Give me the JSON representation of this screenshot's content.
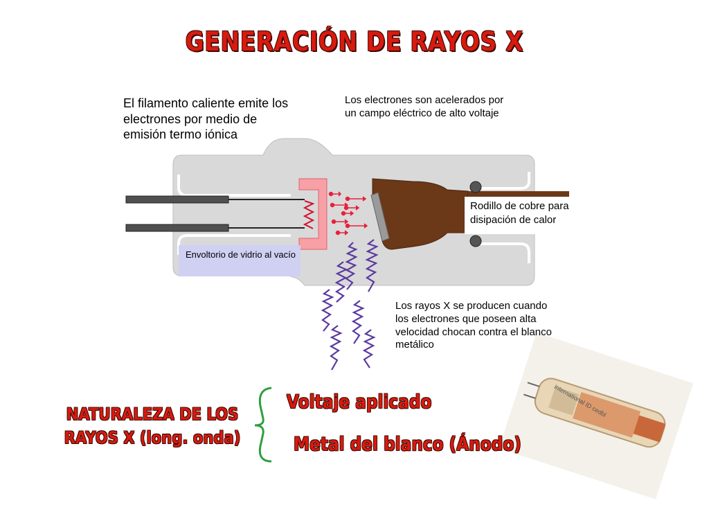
{
  "title": "GENERACIÓN DE RAYOS X",
  "notes": {
    "filamento": "El filamento caliente emite los electrones por medio de emisión termo iónica",
    "acelerados": "Los electrones son acelerados por un campo eléctrico de alto voltaje",
    "rodillo": "Rodillo de cobre para disipación de calor",
    "envoltorio": "Envoltorio de vidrio al vacío",
    "rayos": "Los rayos X se producen cuando los electrones que poseen alta velocidad chocan contra el blanco metálico"
  },
  "naturaleza": {
    "line1": "NATURALEZA DE LOS",
    "line2": "RAYOS X (long. onda)"
  },
  "factors": {
    "voltaje": "Voltaje aplicado",
    "metal": "Metal del blanco (Ánodo)"
  },
  "photo_caption": "international ID cedbl",
  "colors": {
    "title": "#d91a0f",
    "tube": "#d9d9d9",
    "anode": "#6b3818",
    "electrons": "#e8203c",
    "xray": "#5b3aa0",
    "envelope_label_bg": "#cfd0f2"
  }
}
